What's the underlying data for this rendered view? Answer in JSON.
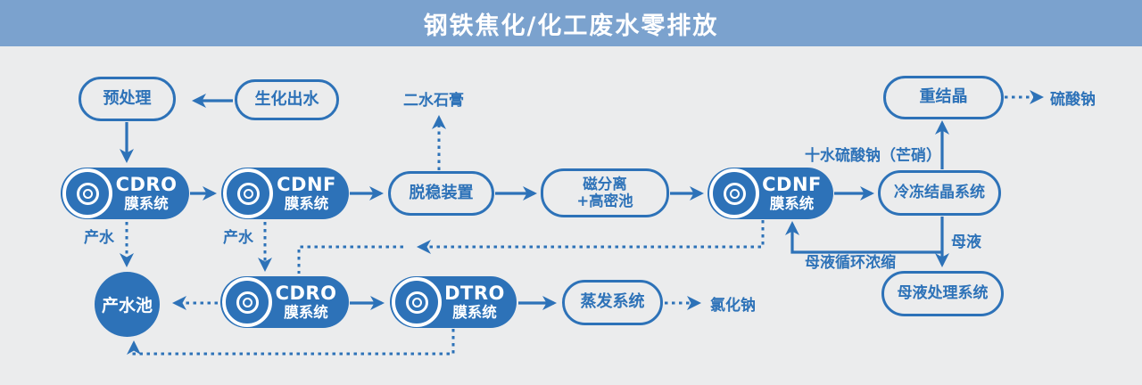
{
  "banner": {
    "title": "钢铁焦化/化工废水零排放"
  },
  "colors": {
    "banner_bg": "#7ba2ce",
    "accent_blue": "#2d72b8",
    "page_bg": "#ebeced",
    "node_text_on_fill": "#ffffff"
  },
  "nodes": {
    "pretreatment": {
      "label": "预处理"
    },
    "biochemical_effluent": {
      "label": "生化出水"
    },
    "recrystallization": {
      "label": "重结晶"
    },
    "cdro_1": {
      "name": "CDRO",
      "sub": "膜系统"
    },
    "cdnf_1": {
      "name": "CDNF",
      "sub": "膜系统"
    },
    "destabilization": {
      "label": "脱稳装置"
    },
    "magnetic_separation": {
      "line1": "磁分离",
      "line2": "+高密池"
    },
    "cdnf_2": {
      "name": "CDNF",
      "sub": "膜系统"
    },
    "freeze_crystallization": {
      "label": "冷冻结晶系统"
    },
    "product_water_pool": {
      "label": "产水池"
    },
    "cdro_2": {
      "name": "CDRO",
      "sub": "膜系统"
    },
    "dtro": {
      "name": "DTRO",
      "sub": "膜系统"
    },
    "evaporation": {
      "label": "蒸发系统"
    },
    "mother_liquor_treatment": {
      "label": "母液处理系统"
    }
  },
  "labels": {
    "product_water_1": "产水",
    "product_water_2": "产水",
    "dihydrate_gypsum": "二水石膏",
    "sodium_sulfate_decahydrate": "十水硫酸钠（芒硝）",
    "sodium_sulfate": "硫酸钠",
    "mother_liquor": "母液",
    "mother_liquor_recycle": "母液循环浓缩",
    "sodium_chloride": "氯化钠"
  },
  "edges": [
    {
      "from": "biochemical_effluent",
      "to": "pretreatment",
      "style": "solid"
    },
    {
      "from": "pretreatment",
      "to": "cdro_1",
      "style": "solid"
    },
    {
      "from": "cdro_1",
      "to": "cdnf_1",
      "style": "solid"
    },
    {
      "from": "cdnf_1",
      "to": "destabilization",
      "style": "solid"
    },
    {
      "from": "destabilization",
      "to": "magnetic_separation",
      "style": "solid"
    },
    {
      "from": "magnetic_separation",
      "to": "cdnf_2",
      "style": "solid"
    },
    {
      "from": "cdnf_2",
      "to": "freeze_crystallization",
      "style": "solid"
    },
    {
      "from": "destabilization",
      "to": "dihydrate_gypsum",
      "style": "dashed"
    },
    {
      "from": "freeze_crystallization",
      "to": "recrystallization",
      "style": "solid",
      "label": "十水硫酸钠（芒硝）"
    },
    {
      "from": "recrystallization",
      "to": "sodium_sulfate",
      "style": "dashed"
    },
    {
      "from": "freeze_crystallization",
      "to": "mother_liquor_treatment",
      "style": "solid",
      "label": "母液"
    },
    {
      "from": "freeze_crystallization",
      "to": "cdnf_2",
      "style": "solid",
      "label": "母液循环浓缩"
    },
    {
      "from": "cdro_1",
      "to": "product_water_pool",
      "style": "dashed",
      "label": "产水"
    },
    {
      "from": "cdnf_1",
      "to": "cdro_2",
      "style": "dashed",
      "label": "产水"
    },
    {
      "from": "cdnf_2",
      "to": "cdro_2",
      "style": "dashed"
    },
    {
      "from": "cdro_2",
      "to": "product_water_pool",
      "style": "dashed"
    },
    {
      "from": "cdro_2",
      "to": "dtro",
      "style": "solid"
    },
    {
      "from": "dtro",
      "to": "evaporation",
      "style": "solid"
    },
    {
      "from": "evaporation",
      "to": "sodium_chloride",
      "style": "dashed"
    },
    {
      "from": "dtro",
      "to": "product_water_pool",
      "style": "dashed"
    }
  ]
}
